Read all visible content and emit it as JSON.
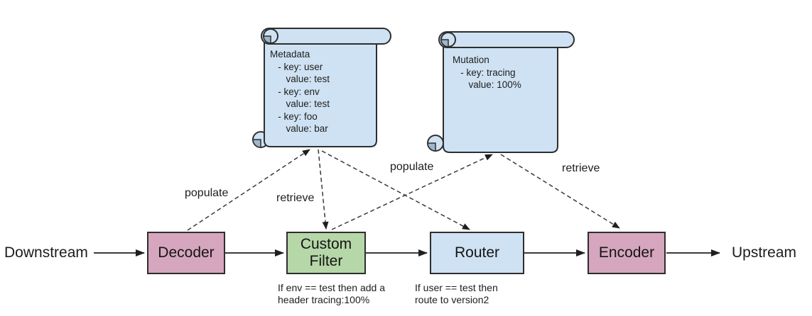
{
  "colors": {
    "decoder_fill": "#d5a6bd",
    "custom_filter_fill": "#b6d7a8",
    "router_fill": "#cfe2f3",
    "encoder_fill": "#d5a6bd",
    "scroll_fill": "#cfe2f3",
    "scroll_curl_fill": "#9fb6cc",
    "border": "#2e2e2e",
    "arrow": "#1f1f1f",
    "dashed_line": "#3a3a3a"
  },
  "flow": {
    "downstream_label": "Downstream",
    "upstream_label": "Upstream",
    "decoder": {
      "label": "Decoder"
    },
    "custom_filter": {
      "label": "Custom Filter",
      "note_line1": "If env == test then add a",
      "note_line2": "header tracing:100%"
    },
    "router": {
      "label": "Router",
      "note_line1": "If user == test then",
      "note_line2": "route to version2"
    },
    "encoder": {
      "label": "Encoder"
    }
  },
  "scrolls": {
    "metadata": {
      "lines": [
        "Metadata",
        "   - key: user",
        "      value: test",
        "   - key: env",
        "      value: test",
        "   - key: foo",
        "      value: bar"
      ]
    },
    "mutation": {
      "lines": [
        "Mutation",
        "   - key: tracing",
        "      value: 100%"
      ]
    }
  },
  "edges": {
    "decoder_to_metadata": {
      "from": "Decoder",
      "to": "Metadata scroll",
      "label": "populate"
    },
    "metadata_to_custom_filter": {
      "from": "Metadata scroll",
      "to": "Custom Filter",
      "label": "retrieve"
    },
    "metadata_to_router": {
      "from": "Metadata scroll",
      "to": "Router",
      "label": ""
    },
    "custom_filter_to_mutation": {
      "from": "Custom Filter",
      "to": "Mutation scroll",
      "label": "populate"
    },
    "mutation_to_encoder": {
      "from": "Mutation scroll",
      "to": "Encoder",
      "label": "retrieve"
    }
  }
}
